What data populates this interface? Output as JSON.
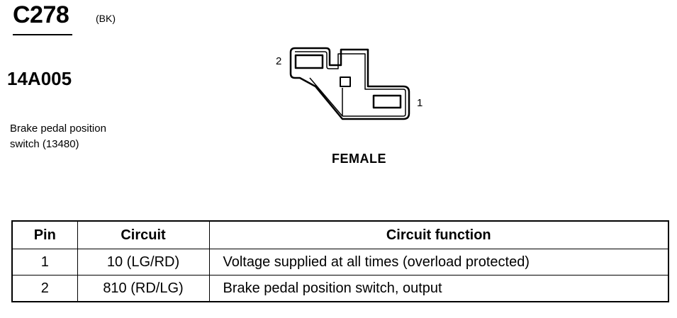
{
  "connector": {
    "id": "C278",
    "color_code": "(BK)",
    "part_number": "14A005",
    "component_lines": [
      "Brake pedal position",
      "switch (13480)"
    ],
    "gender": "FEMALE",
    "pin_callouts": {
      "pin_a": "2",
      "pin_b": "1"
    }
  },
  "pin_table": {
    "headers": {
      "pin": "Pin",
      "circuit": "Circuit",
      "function": "Circuit function"
    },
    "rows": [
      {
        "pin": "1",
        "circuit": "10 (LG/RD)",
        "function": "Voltage supplied at all times (overload protected)"
      },
      {
        "pin": "2",
        "circuit": "810 (RD/LG)",
        "function": "Brake pedal position switch, output"
      }
    ]
  }
}
